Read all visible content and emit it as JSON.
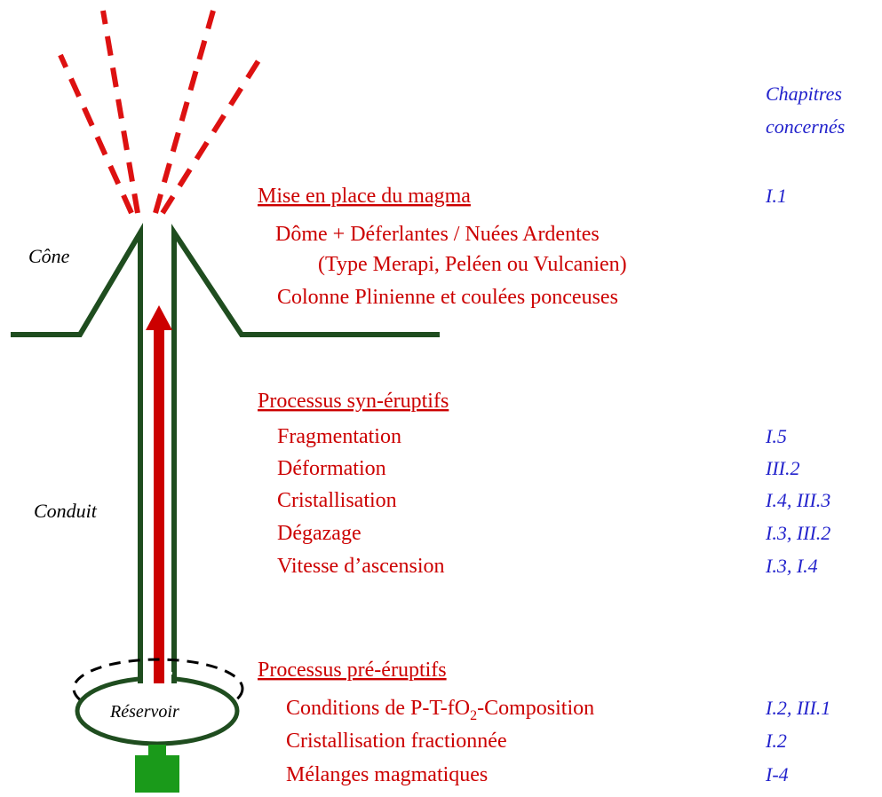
{
  "colors": {
    "volcano_line": "#1f4d1f",
    "arrow": "#cc0000",
    "dashes": "#dd1111",
    "process_text": "#cc0000",
    "chapter_text": "#2222cc",
    "label_text": "#000000",
    "feeder": "#1a9a1a"
  },
  "labels": {
    "cone": "Cône",
    "conduit": "Conduit",
    "reservoir": "Réservoir"
  },
  "chapters_header": {
    "line1": "Chapitres",
    "line2": "concernés"
  },
  "sections": [
    {
      "title": "Mise en place du magma",
      "chapter": "I.1",
      "items": [
        {
          "label": "Dôme + Déferlantes / Nuées Ardentes",
          "chapter": ""
        },
        {
          "label": "(Type Merapi, Peléen ou Vulcanien)",
          "chapter": ""
        },
        {
          "label": "Colonne Plinienne et coulées ponceuses",
          "chapter": ""
        }
      ]
    },
    {
      "title": "Processus syn-éruptifs",
      "chapter": "",
      "items": [
        {
          "label": "Fragmentation",
          "chapter": "I.5"
        },
        {
          "label": "Déformation",
          "chapter": "III.2"
        },
        {
          "label": "Cristallisation",
          "chapter": "I.4, III.3"
        },
        {
          "label": "Dégazage",
          "chapter": "I.3, III.2"
        },
        {
          "label": "Vitesse d’ascension",
          "chapter": "I.3, I.4"
        }
      ]
    },
    {
      "title": "Processus pré-éruptifs",
      "chapter": "",
      "items": [
        {
          "label_parts": [
            "Conditions de P-T-fO",
            "2",
            "-Composition"
          ],
          "chapter": "I.2, III.1"
        },
        {
          "label": "Cristallisation fractionnée",
          "chapter": "I.2"
        },
        {
          "label": "Mélanges magmatiques",
          "chapter": "I-4"
        }
      ]
    }
  ]
}
